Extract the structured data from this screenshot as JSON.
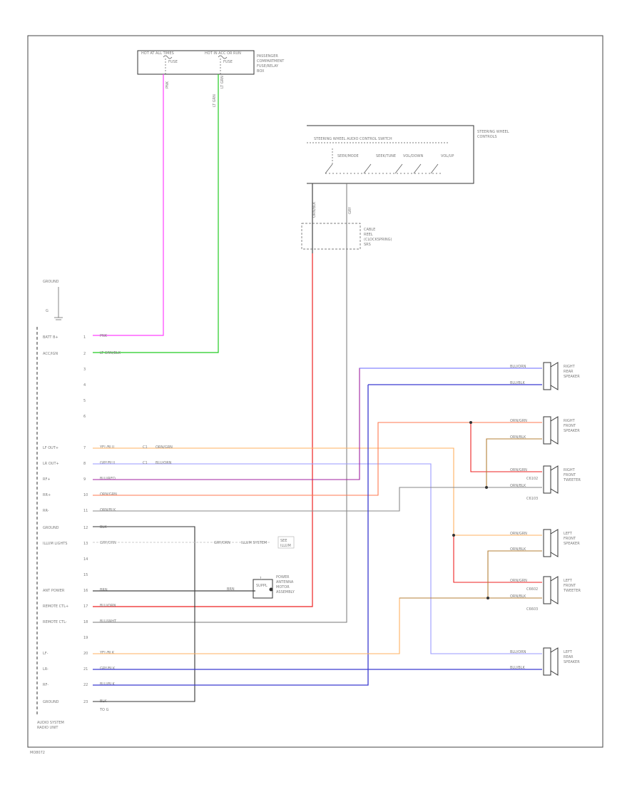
{
  "colors": {
    "pink": "#ff40ff",
    "green": "#22cc22",
    "red": "#ee2222",
    "blue": "#3a3ad0",
    "light_blue": "#9a9aff",
    "orange": "#ffb060",
    "brown": "#b5803a",
    "purple": "#a020a0",
    "gray": "#8a8a8a",
    "dark_gray": "#444444",
    "black": "#222222"
  },
  "fuse_block": {
    "left_label": "HOT AT ALL TIMES",
    "right_label": "HOT IN ACC OR RUN",
    "fuse_a": "FUSE",
    "fuse_b": "FUSE",
    "side_label_1": "PASSENGER",
    "side_label_2": "COMPARTMENT",
    "side_label_3": "FUSE/RELAY",
    "side_label_4": "BOX",
    "wire_a": "PNK",
    "wire_b": "LT GRN"
  },
  "steering": {
    "header": "STEERING WHEEL AUDIO CONTROL SWITCH",
    "title_1": "STEERING WHEEL",
    "title_2": "CONTROLS",
    "switches": [
      "SEEK/MODE",
      "SEEK/TUNE",
      "VOL/DOWN",
      "VOL/UP"
    ]
  },
  "cable_reel": {
    "label_1": "CABLE",
    "label_2": "REEL",
    "label_3": "(CLOCKSPRING)",
    "label_4": "SRS",
    "wire_left": "ORN/BLK",
    "wire_right": "GRY"
  },
  "ground_top": {
    "label": "GROUND",
    "sub": "G"
  },
  "radio_pins": [
    {
      "name": "BATT B+",
      "pin": "1",
      "wire": "PNK"
    },
    {
      "name": "ACC/IGN",
      "pin": "2",
      "wire": "LT GRN/BLK"
    },
    {
      "name": "",
      "pin": "3",
      "wire": ""
    },
    {
      "name": "",
      "pin": "4",
      "wire": ""
    },
    {
      "name": "",
      "pin": "5",
      "wire": ""
    },
    {
      "name": "",
      "pin": "6",
      "wire": ""
    },
    {
      "name": "LF OUT+",
      "pin": "7",
      "wire": "YEL/BLU"
    },
    {
      "name": "LR OUT+",
      "pin": "8",
      "wire": "GRY/BLU"
    },
    {
      "name": "RF+",
      "pin": "9",
      "wire": "BLU/RED"
    },
    {
      "name": "RR+",
      "pin": "10",
      "wire": "ORN/GRN"
    },
    {
      "name": "RR-",
      "pin": "11",
      "wire": "ORN/BLK"
    },
    {
      "name": "GROUND",
      "pin": "12",
      "wire": "BLK"
    },
    {
      "name": "ILLUM LIGHTS",
      "pin": "13",
      "wire": "GRY/ORN"
    },
    {
      "name": "",
      "pin": "14",
      "wire": ""
    },
    {
      "name": "",
      "pin": "15",
      "wire": ""
    },
    {
      "name": "ANT POWER",
      "pin": "16",
      "wire": "BRN"
    },
    {
      "name": "REMOTE CTL+",
      "pin": "17",
      "wire": "BLU/ORN"
    },
    {
      "name": "REMOTE CTL-",
      "pin": "18",
      "wire": "BLU/WHT"
    },
    {
      "name": "",
      "pin": "19",
      "wire": ""
    },
    {
      "name": "LF-",
      "pin": "20",
      "wire": "YEL/BLK"
    },
    {
      "name": "LR-",
      "pin": "21",
      "wire": "GRY/BLK"
    },
    {
      "name": "RF-",
      "pin": "22",
      "wire": "BLU/BLK"
    },
    {
      "name": "GROUND",
      "pin": "23",
      "wire": "BLK"
    }
  ],
  "radio": {
    "title_1": "AUDIO SYSTEM",
    "title_2": "RADIO UNIT",
    "ground_wire": "TO G"
  },
  "illum_feed": {
    "wire_label": "GRY/ORN",
    "dest": "ILLUM SYSTEM",
    "note_1": "SEE",
    "note_2": "ILLUM"
  },
  "antenna": {
    "pin": "1",
    "wire": "BRN",
    "label_1": "POWER",
    "label_2": "ANTENNA",
    "label_3": "MOTOR",
    "label_4": "ASSEMBLY",
    "conn": "SUPPL"
  },
  "speakers": {
    "rr_door": {
      "label_1": "RIGHT",
      "label_2": "REAR",
      "label_3": "SPEAKER",
      "wire_top": "BLU/ORN",
      "wire_bot": "BLU/BLK"
    },
    "rf_door": {
      "label_1": "RIGHT",
      "label_2": "FRONT",
      "label_3": "SPEAKER",
      "wire_top": "ORN/GRN",
      "wire_bot": "ORN/BLK"
    },
    "rf_tweeter": {
      "label_1": "RIGHT",
      "label_2": "FRONT",
      "label_3": "TWEETER",
      "wire_top": "ORN/GRN",
      "wire_bot": "ORN/BLK",
      "tag": "C6102",
      "tag2": "C6103"
    },
    "lf_door": {
      "label_1": "LEFT",
      "label_2": "FRONT",
      "label_3": "SPEAKER",
      "wire_top": "ORN/GRN",
      "wire_bot": "ORN/BLK"
    },
    "lf_tweeter": {
      "label_1": "LEFT",
      "label_2": "FRONT",
      "label_3": "TWEETER",
      "wire_top": "ORN/GRN",
      "wire_bot": "ORN/BLK",
      "tag": "C6602",
      "tag2": "C6603"
    },
    "lr_door": {
      "label_1": "LEFT",
      "label_2": "REAR",
      "label_3": "SPEAKER",
      "wire_top": "BLU/ORN",
      "wire_bot": "BLU/BLK"
    }
  },
  "connector_mid": {
    "a": "C1",
    "b": "C1",
    "wire_a": "ORN/GRN",
    "wire_b": "BLU/ORN"
  },
  "footer": "MO8072"
}
